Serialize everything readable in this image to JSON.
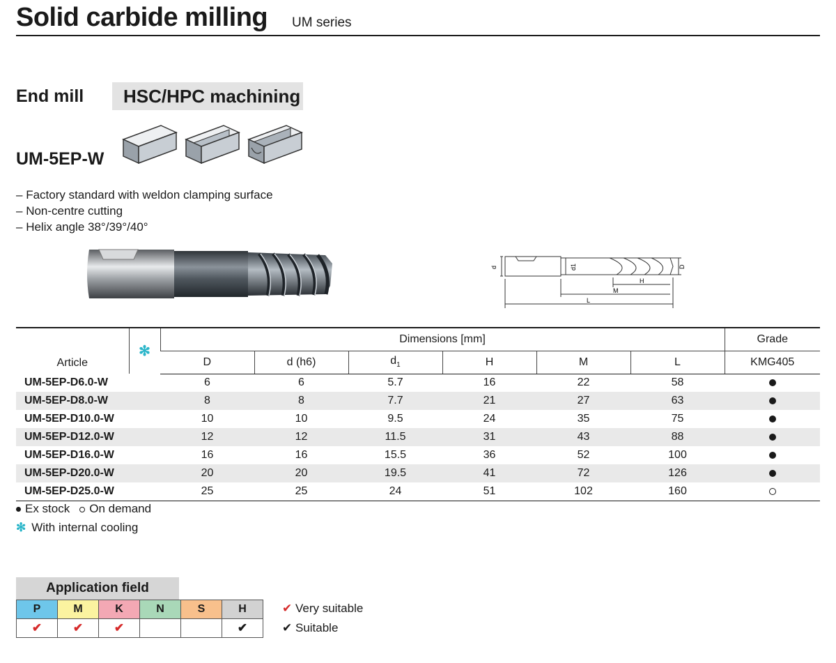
{
  "header": {
    "title": "Solid carbide milling",
    "series": "UM series"
  },
  "section": {
    "label": "End mill",
    "badge": "HSC/HPC machining"
  },
  "product": {
    "model": "UM-5EP-W",
    "features": [
      "Factory standard with weldon clamping surface",
      "Non-centre cutting",
      "Helix angle 38°/39°/40°"
    ]
  },
  "drawing": {
    "labels": {
      "d": "d",
      "d1": "d1",
      "D": "D",
      "H": "H",
      "M": "M",
      "L": "L"
    }
  },
  "table": {
    "article_header": "Article",
    "cooling_symbol": "✻",
    "dimensions_header": "Dimensions [mm]",
    "grade_header": "Grade",
    "columns": [
      "D",
      "d (h6)",
      "d",
      "H",
      "M",
      "L"
    ],
    "d1_subscript": "1",
    "grade_name": "KMG405",
    "rows": [
      {
        "article": "UM-5EP-D6.0-W",
        "D": "6",
        "d": "6",
        "d1": "5.7",
        "H": "16",
        "M": "22",
        "L": "58",
        "stock": "ex"
      },
      {
        "article": "UM-5EP-D8.0-W",
        "D": "8",
        "d": "8",
        "d1": "7.7",
        "H": "21",
        "M": "27",
        "L": "63",
        "stock": "ex"
      },
      {
        "article": "UM-5EP-D10.0-W",
        "D": "10",
        "d": "10",
        "d1": "9.5",
        "H": "24",
        "M": "35",
        "L": "75",
        "stock": "ex"
      },
      {
        "article": "UM-5EP-D12.0-W",
        "D": "12",
        "d": "12",
        "d1": "11.5",
        "H": "31",
        "M": "43",
        "L": "88",
        "stock": "ex"
      },
      {
        "article": "UM-5EP-D16.0-W",
        "D": "16",
        "d": "16",
        "d1": "15.5",
        "H": "36",
        "M": "52",
        "L": "100",
        "stock": "ex"
      },
      {
        "article": "UM-5EP-D20.0-W",
        "D": "20",
        "d": "20",
        "d1": "19.5",
        "H": "41",
        "M": "72",
        "L": "126",
        "stock": "ex"
      },
      {
        "article": "UM-5EP-D25.0-W",
        "D": "25",
        "d": "25",
        "d1": "24",
        "H": "51",
        "M": "102",
        "L": "160",
        "stock": "demand"
      }
    ]
  },
  "legend": {
    "ex_stock": "Ex stock",
    "on_demand": "On demand",
    "cooling": "With internal cooling"
  },
  "application": {
    "title": "Application field",
    "materials": [
      {
        "code": "P",
        "color": "#6ec6ea",
        "rating": "very"
      },
      {
        "code": "M",
        "color": "#fbf3a0",
        "rating": "very"
      },
      {
        "code": "K",
        "color": "#f3a8b4",
        "rating": "very"
      },
      {
        "code": "N",
        "color": "#a9d8b8",
        "rating": ""
      },
      {
        "code": "S",
        "color": "#f8c08c",
        "rating": ""
      },
      {
        "code": "H",
        "color": "#d2d2d2",
        "rating": "suitable"
      }
    ],
    "very_suitable": "Very suitable",
    "suitable": "Suitable"
  },
  "colors": {
    "accent_cyan": "#29b5c9",
    "tick_red": "#d62a2a"
  }
}
